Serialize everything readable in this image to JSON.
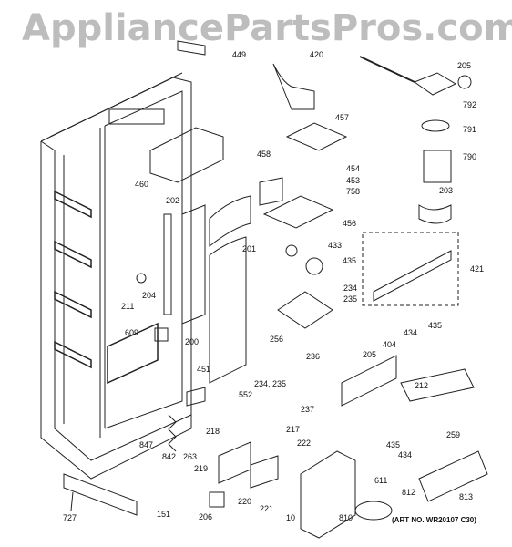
{
  "watermark": "AppliancePartsPros.com",
  "art_number": "(ART NO. WR20107 C30)",
  "parts": {
    "p449": "449",
    "p420": "420",
    "p205a": "205",
    "p792": "792",
    "p791": "791",
    "p790": "790",
    "p457": "457",
    "p460": "460",
    "p458": "458",
    "p454": "454",
    "p453": "453",
    "p758": "758",
    "p203": "203",
    "p202": "202",
    "p456": "456",
    "p433": "433",
    "p435a": "435",
    "p201": "201",
    "p421": "421",
    "p211": "211",
    "p204": "204",
    "p234a": "234",
    "p235a": "235",
    "p609": "609",
    "p200": "200",
    "p256": "256",
    "p434a": "434",
    "p435b": "435",
    "p236": "236",
    "p205b": "205",
    "p404": "404",
    "p451": "451",
    "p234b235b": "234, 235",
    "p552": "552",
    "p237": "237",
    "p212": "212",
    "p217": "217",
    "p218": "218",
    "p259": "259",
    "p847": "847",
    "p842": "842",
    "p263": "263",
    "p222": "222",
    "p219": "219",
    "p434b": "434",
    "p435c": "435",
    "p611": "611",
    "p727": "727",
    "p151": "151",
    "p206": "206",
    "p220": "220",
    "p221": "221",
    "p812": "812",
    "p813": "813",
    "p10": "10",
    "p810": "810"
  }
}
